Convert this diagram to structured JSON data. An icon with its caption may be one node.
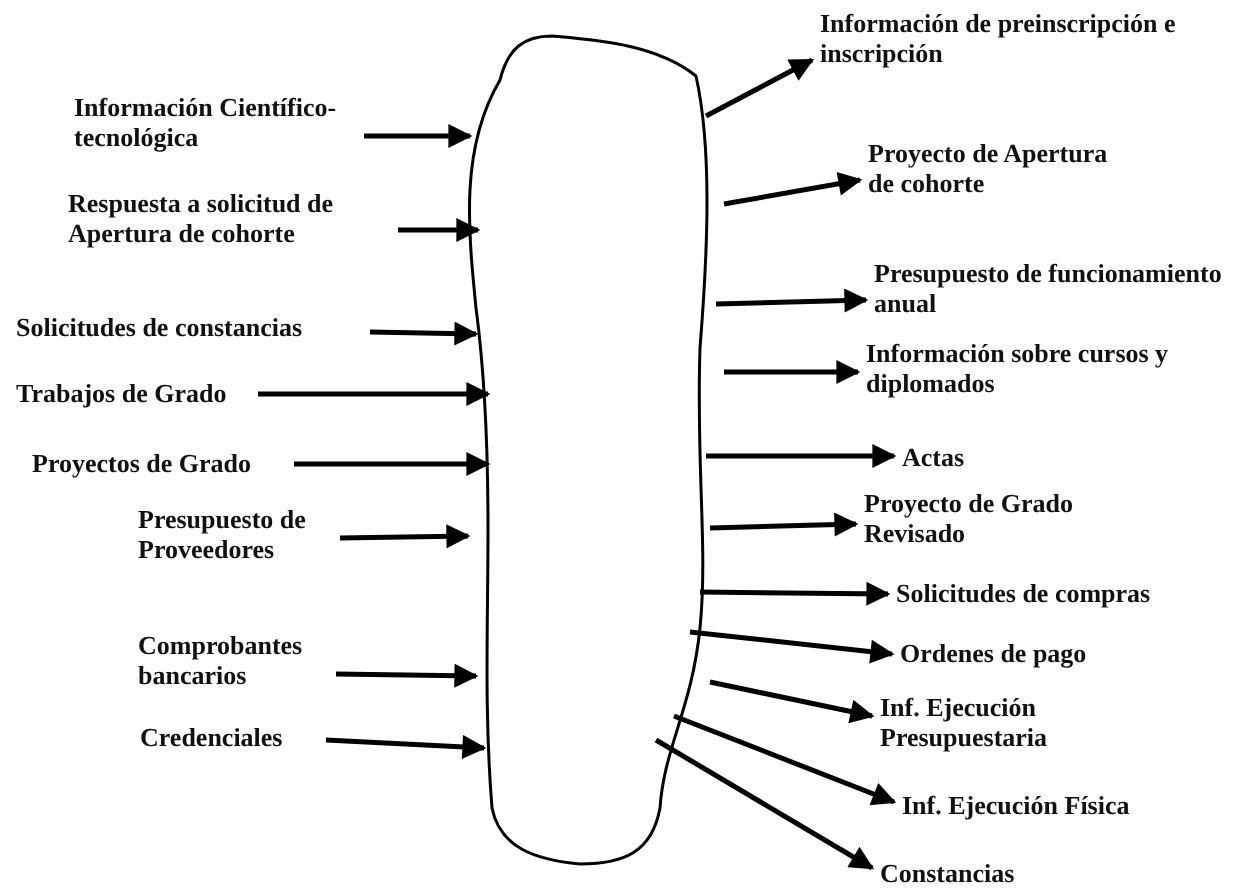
{
  "diagram": {
    "nodes": [
      {
        "text": [],
        "shape": "cloud"
      },
      {
        "text": [
          "Información Científico-tecnológica"
        ]
      },
      {
        "text": [
          "Respuesta a solicitud de Apertura de cohorte"
        ]
      },
      {
        "text": [
          "Solicitudes de constancias"
        ]
      },
      {
        "text": [
          "Trabajos de Grado"
        ]
      },
      {
        "text": [
          "Proyectos de Grado"
        ]
      },
      {
        "text": [
          "Presupuesto de Proveedores"
        ]
      },
      {
        "text": [
          "Comprobantes bancarios"
        ]
      },
      {
        "text": [
          "Credenciales"
        ]
      },
      {
        "text": [
          "Información de preinscripción e inscripción"
        ]
      },
      {
        "text": [
          "Proyecto de Apertura de cohorte"
        ]
      },
      {
        "text": [
          "Presupuesto de funcionamiento anual"
        ]
      },
      {
        "text": [
          "Información sobre cursos y diplomados"
        ]
      },
      {
        "text": [
          "Actas"
        ]
      },
      {
        "text": [
          "Proyecto de Grado Revisado"
        ]
      },
      {
        "text": [
          "Solicitudes de compras"
        ]
      },
      {
        "text": [
          "Ordenes de pago"
        ]
      },
      {
        "text": [
          "Inf. Ejecución Presupuestaria"
        ]
      },
      {
        "text": [
          "Inf. Ejecución Física"
        ]
      },
      {
        "text": [
          "Constancias"
        ]
      }
    ],
    "edges": [
      {
        "from": 1,
        "to": 0,
        "arrow": "to"
      },
      {
        "from": 2,
        "to": 0,
        "arrow": "to"
      },
      {
        "from": 3,
        "to": 0,
        "arrow": "to"
      },
      {
        "from": 4,
        "to": 0,
        "arrow": "to"
      },
      {
        "from": 5,
        "to": 0,
        "arrow": "to"
      },
      {
        "from": 6,
        "to": 0,
        "arrow": "to"
      },
      {
        "from": 7,
        "to": 0,
        "arrow": "to"
      },
      {
        "from": 8,
        "to": 0,
        "arrow": "to"
      },
      {
        "from": 0,
        "to": 9,
        "arrow": "to"
      },
      {
        "from": 0,
        "to": 10,
        "arrow": "to"
      },
      {
        "from": 0,
        "to": 11,
        "arrow": "to"
      },
      {
        "from": 0,
        "to": 12,
        "arrow": "to"
      },
      {
        "from": 0,
        "to": 13,
        "arrow": "to"
      },
      {
        "from": 0,
        "to": 14,
        "arrow": "to"
      },
      {
        "from": 0,
        "to": 15,
        "arrow": "to"
      },
      {
        "from": 0,
        "to": 16,
        "arrow": "to"
      },
      {
        "from": 0,
        "to": 17,
        "arrow": "to"
      },
      {
        "from": 0,
        "to": 18,
        "arrow": "to"
      },
      {
        "from": 0,
        "to": 19,
        "arrow": "to"
      }
    ]
  }
}
